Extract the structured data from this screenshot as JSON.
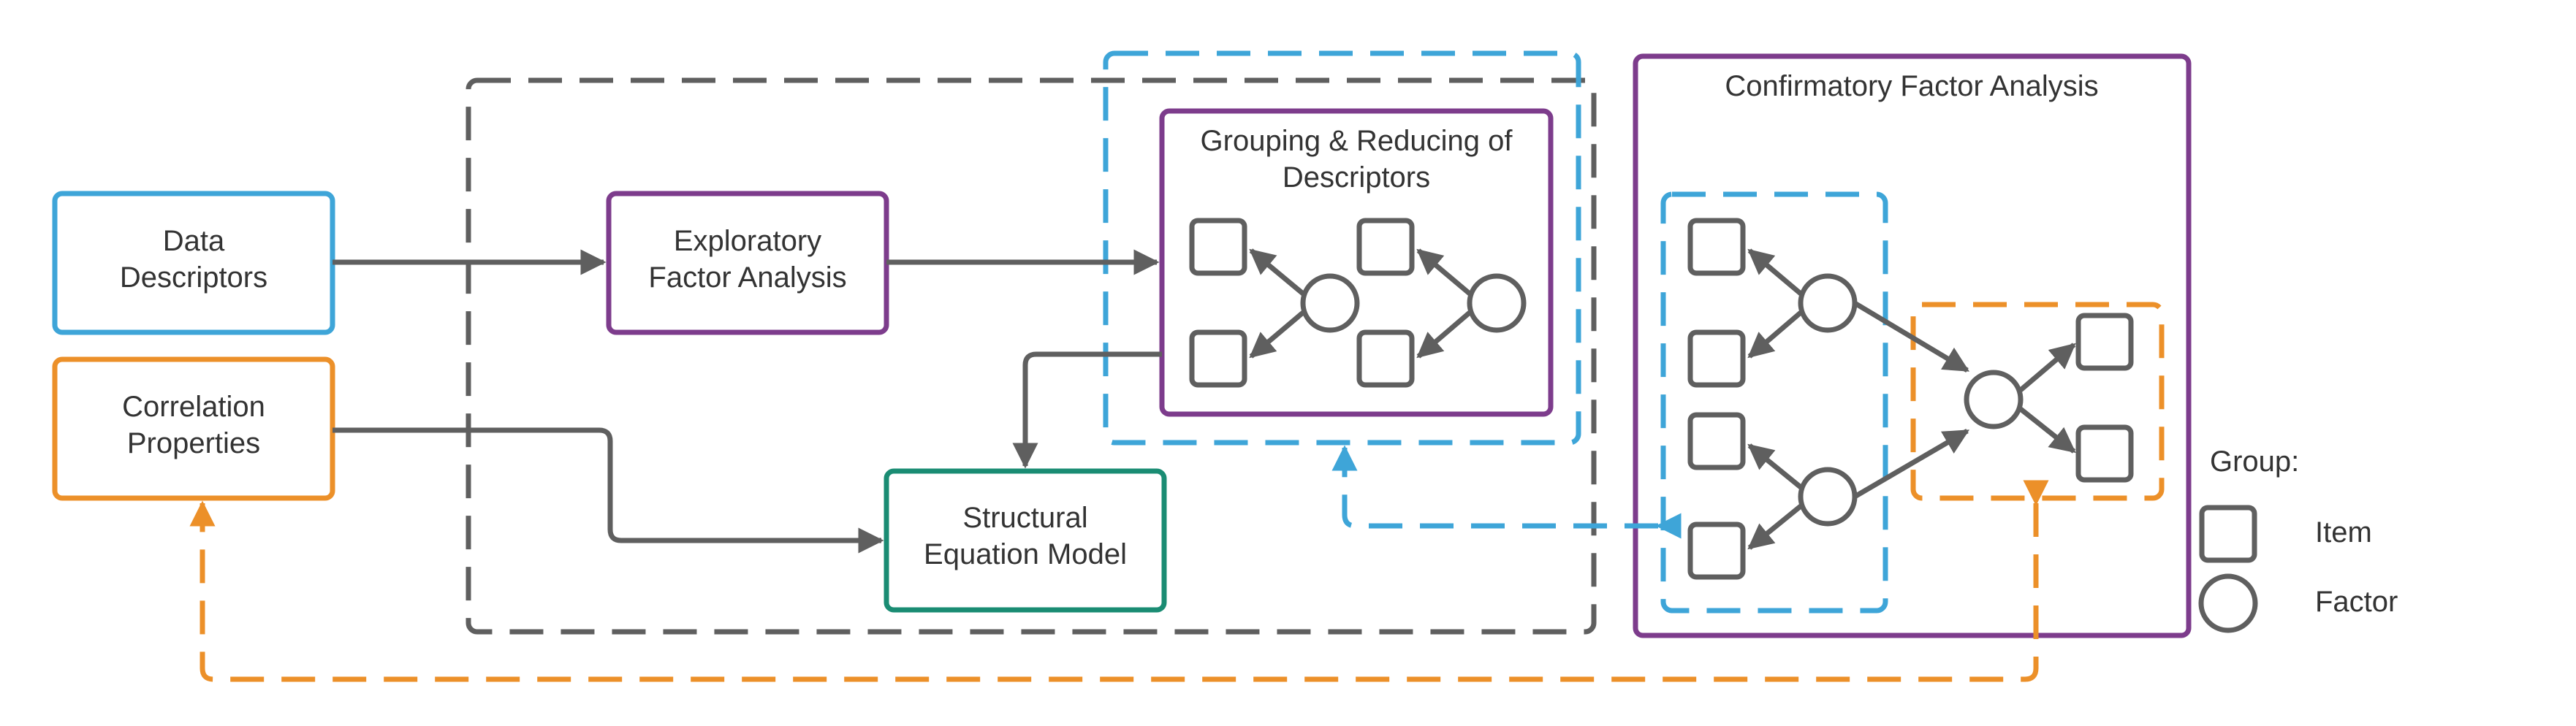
{
  "boxes": {
    "data_descriptors": {
      "line1": "Data",
      "line2": "Descriptors"
    },
    "correlation_properties": {
      "line1": "Correlation",
      "line2": "Properties"
    },
    "exploratory_factor_analysis": {
      "line1": "Exploratory",
      "line2": "Factor Analysis"
    },
    "grouping_reducing": {
      "line1": "Grouping & Reducing of",
      "line2": "Descriptors"
    },
    "structural_equation_model": {
      "line1": "Structural",
      "line2": "Equation Model"
    },
    "confirmatory_factor_analysis": {
      "title": "Confirmatory Factor Analysis"
    }
  },
  "legend": {
    "title": "Group:",
    "item_label": "Item",
    "factor_label": "Factor"
  },
  "colors": {
    "blue": "#3ea5d8",
    "orange": "#ec9029",
    "purple": "#7d3c8c",
    "green": "#1a8c73",
    "gray": "#5f5f5f"
  }
}
